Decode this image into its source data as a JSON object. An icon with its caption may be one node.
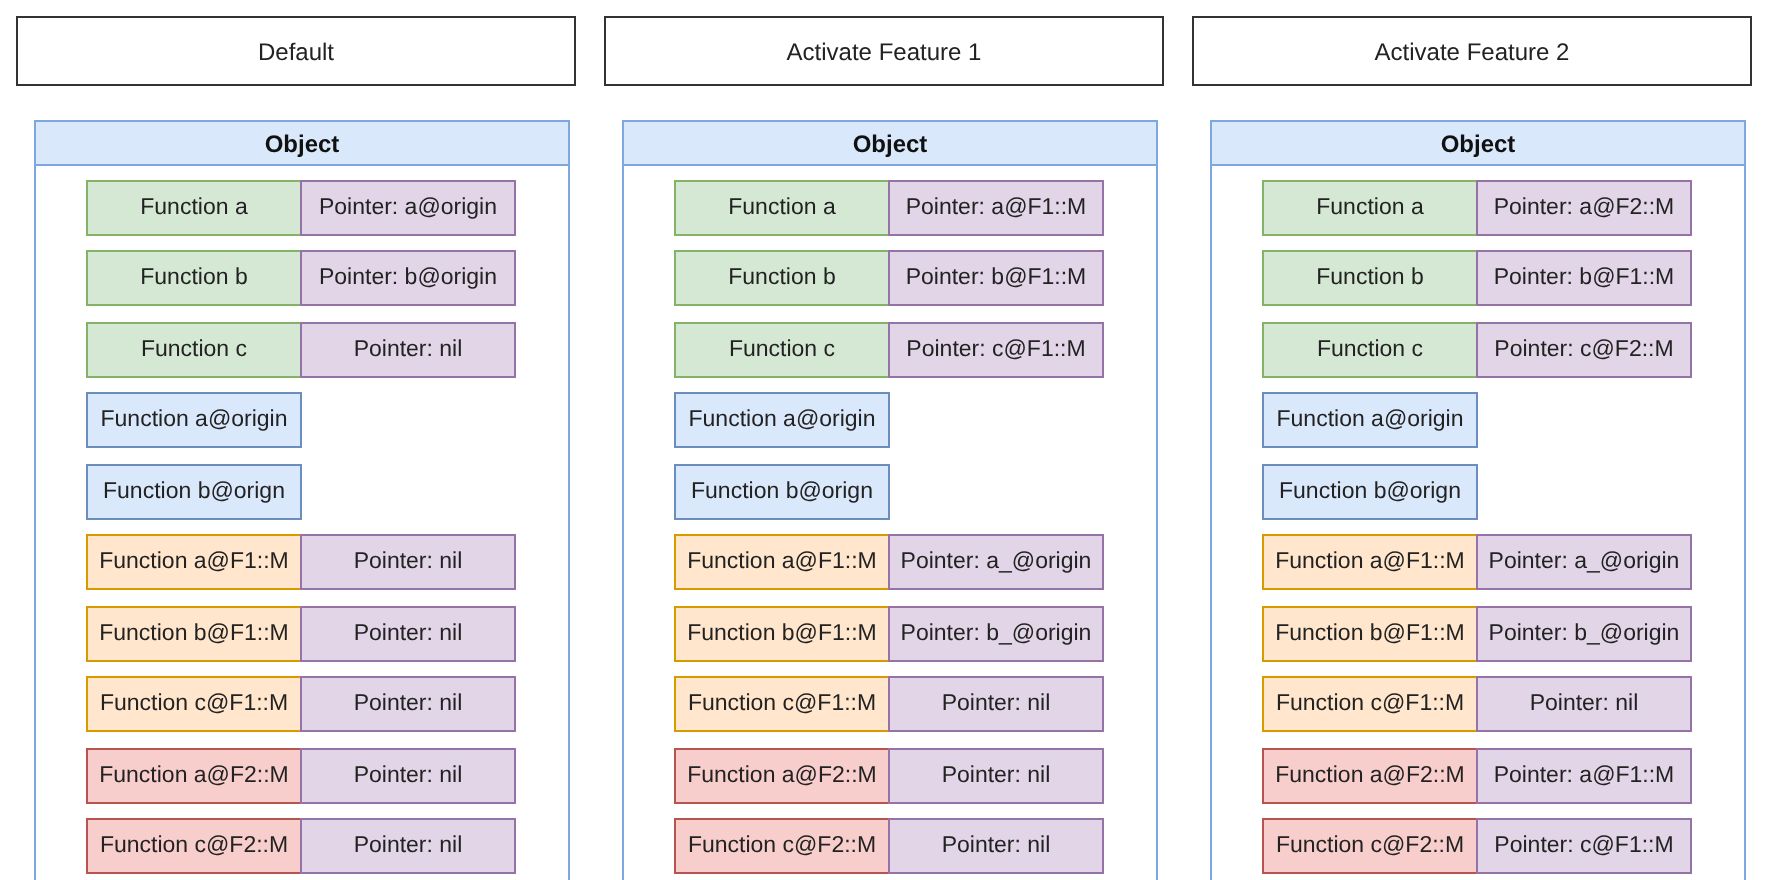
{
  "diagram": {
    "nodes": [
      {
        "text": [
          "Default"
        ]
      },
      {
        "text": [
          "Object"
        ]
      },
      {
        "text": [
          "Function a"
        ],
        "in": 1
      },
      {
        "text": [
          "Pointer: a@origin"
        ],
        "in": 1
      },
      {
        "text": [
          "Function b"
        ],
        "in": 1
      },
      {
        "text": [
          "Pointer: b@origin"
        ],
        "in": 1
      },
      {
        "text": [
          "Function c"
        ],
        "in": 1
      },
      {
        "text": [
          "Pointer: nil"
        ],
        "in": 1
      },
      {
        "text": [
          "Function a@origin"
        ],
        "in": 1
      },
      {
        "text": [
          "Function b@orign"
        ],
        "in": 1
      },
      {
        "text": [
          "Function a@F1::M"
        ],
        "in": 1
      },
      {
        "text": [
          "Pointer: nil"
        ],
        "in": 1
      },
      {
        "text": [
          "Function b@F1::M"
        ],
        "in": 1
      },
      {
        "text": [
          "Pointer: nil"
        ],
        "in": 1
      },
      {
        "text": [
          "Function c@F1::M"
        ],
        "in": 1
      },
      {
        "text": [
          "Pointer: nil"
        ],
        "in": 1
      },
      {
        "text": [
          "Function a@F2::M"
        ],
        "in": 1
      },
      {
        "text": [
          "Pointer: nil"
        ],
        "in": 1
      },
      {
        "text": [
          "Function c@F2::M"
        ],
        "in": 1
      },
      {
        "text": [
          "Pointer: nil"
        ],
        "in": 1
      },
      {
        "text": [
          "Activate Feature 1"
        ]
      },
      {
        "text": [
          "Object"
        ]
      },
      {
        "text": [
          "Function a"
        ],
        "in": 21
      },
      {
        "text": [
          "Pointer: a@F1::M"
        ],
        "in": 21
      },
      {
        "text": [
          "Function b"
        ],
        "in": 21
      },
      {
        "text": [
          "Pointer: b@F1::M"
        ],
        "in": 21
      },
      {
        "text": [
          "Function c"
        ],
        "in": 21
      },
      {
        "text": [
          "Pointer: c@F1::M"
        ],
        "in": 21
      },
      {
        "text": [
          "Function a@origin"
        ],
        "in": 21
      },
      {
        "text": [
          "Function b@orign"
        ],
        "in": 21
      },
      {
        "text": [
          "Function a@F1::M"
        ],
        "in": 21
      },
      {
        "text": [
          "Pointer: a_@origin"
        ],
        "in": 21
      },
      {
        "text": [
          "Function b@F1::M"
        ],
        "in": 21
      },
      {
        "text": [
          "Pointer: b_@origin"
        ],
        "in": 21
      },
      {
        "text": [
          "Function c@F1::M"
        ],
        "in": 21
      },
      {
        "text": [
          "Pointer: nil"
        ],
        "in": 21
      },
      {
        "text": [
          "Function a@F2::M"
        ],
        "in": 21
      },
      {
        "text": [
          "Pointer: nil"
        ],
        "in": 21
      },
      {
        "text": [
          "Function c@F2::M"
        ],
        "in": 21
      },
      {
        "text": [
          "Pointer: nil"
        ],
        "in": 21
      },
      {
        "text": [
          "Activate Feature 2"
        ]
      },
      {
        "text": [
          "Object"
        ]
      },
      {
        "text": [
          "Function a"
        ],
        "in": 41
      },
      {
        "text": [
          "Pointer: a@F2::M"
        ],
        "in": 41
      },
      {
        "text": [
          "Function b"
        ],
        "in": 41
      },
      {
        "text": [
          "Pointer: b@F1::M"
        ],
        "in": 41
      },
      {
        "text": [
          "Function c"
        ],
        "in": 41
      },
      {
        "text": [
          "Pointer: c@F2::M"
        ],
        "in": 41
      },
      {
        "text": [
          "Function a@origin"
        ],
        "in": 41
      },
      {
        "text": [
          "Function b@orign"
        ],
        "in": 41
      },
      {
        "text": [
          "Function a@F1::M"
        ],
        "in": 41
      },
      {
        "text": [
          "Pointer: a_@origin"
        ],
        "in": 41
      },
      {
        "text": [
          "Function b@F1::M"
        ],
        "in": 41
      },
      {
        "text": [
          "Pointer: b_@origin"
        ],
        "in": 41
      },
      {
        "text": [
          "Function c@F1::M"
        ],
        "in": 41
      },
      {
        "text": [
          "Pointer: nil"
        ],
        "in": 41
      },
      {
        "text": [
          "Function a@F2::M"
        ],
        "in": 41
      },
      {
        "text": [
          "Pointer: a@F1::M"
        ],
        "in": 41
      },
      {
        "text": [
          "Function c@F2::M"
        ],
        "in": 41
      },
      {
        "text": [
          "Pointer: c@F1::M"
        ],
        "in": 41
      }
    ]
  }
}
